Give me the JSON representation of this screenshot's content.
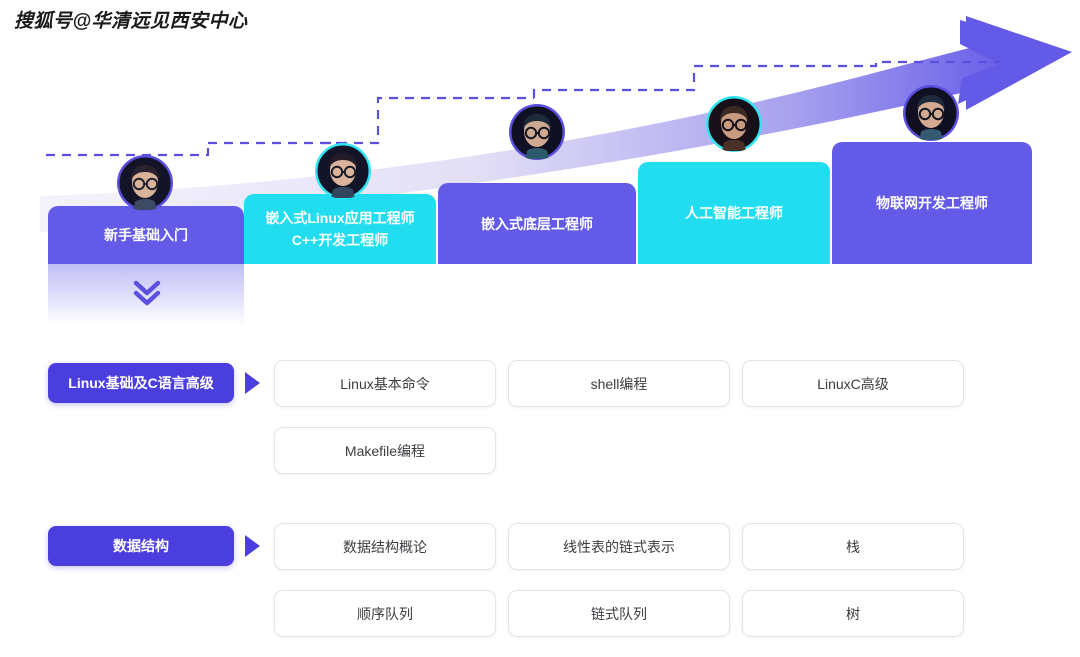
{
  "watermark": {
    "text": "搜狐号@华清远见西安中心"
  },
  "colors": {
    "purple": "#635be8",
    "purple_dark": "#4b3ede",
    "cyan": "#22dcf0",
    "ribbon_light": "#eceaf9",
    "card_border": "#e3e4e8",
    "text_dark": "#3c3c41"
  },
  "career_path": {
    "arrow_icon": "arrow-right-icon",
    "collapse_icon": "chevron-double-down-icon",
    "steps": [
      {
        "label": "新手基础入门",
        "lines": [
          "新手基础入门"
        ],
        "color": "#635be8",
        "avatar_ring": "#5b4fe0",
        "avatar_icon": "avatar-student-icon"
      },
      {
        "label": "嵌入式Linux应用工程师 C++开发工程师",
        "lines": [
          "嵌入式Linux应用工程师",
          "C++开发工程师"
        ],
        "color": "#22dcf0",
        "avatar_ring": "#2fe6f2",
        "avatar_icon": "avatar-engineer-icon"
      },
      {
        "label": "嵌入式底层工程师",
        "lines": [
          "嵌入式底层工程师"
        ],
        "color": "#635be8",
        "avatar_ring": "#5b4fe0",
        "avatar_icon": "avatar-developer-icon"
      },
      {
        "label": "人工智能工程师",
        "lines": [
          "人工智能工程师"
        ],
        "color": "#22dcf0",
        "avatar_ring": "#2fe6f2",
        "avatar_icon": "avatar-ai-icon"
      },
      {
        "label": "物联网开发工程师",
        "lines": [
          "物联网开发工程师"
        ],
        "color": "#635be8",
        "avatar_ring": "#5b4fe0",
        "avatar_icon": "avatar-iot-icon"
      }
    ]
  },
  "curriculum": {
    "modules": [
      {
        "title": "Linux基础及C语言高级",
        "caret_icon": "triangle-right-icon",
        "courses": [
          "Linux基本命令",
          "shell编程",
          "LinuxC高级",
          "Makefile编程"
        ]
      },
      {
        "title": "数据结构",
        "caret_icon": "triangle-right-icon",
        "courses": [
          "数据结构概论",
          "线性表的链式表示",
          "栈",
          "顺序队列",
          "链式队列",
          "树"
        ]
      }
    ]
  }
}
